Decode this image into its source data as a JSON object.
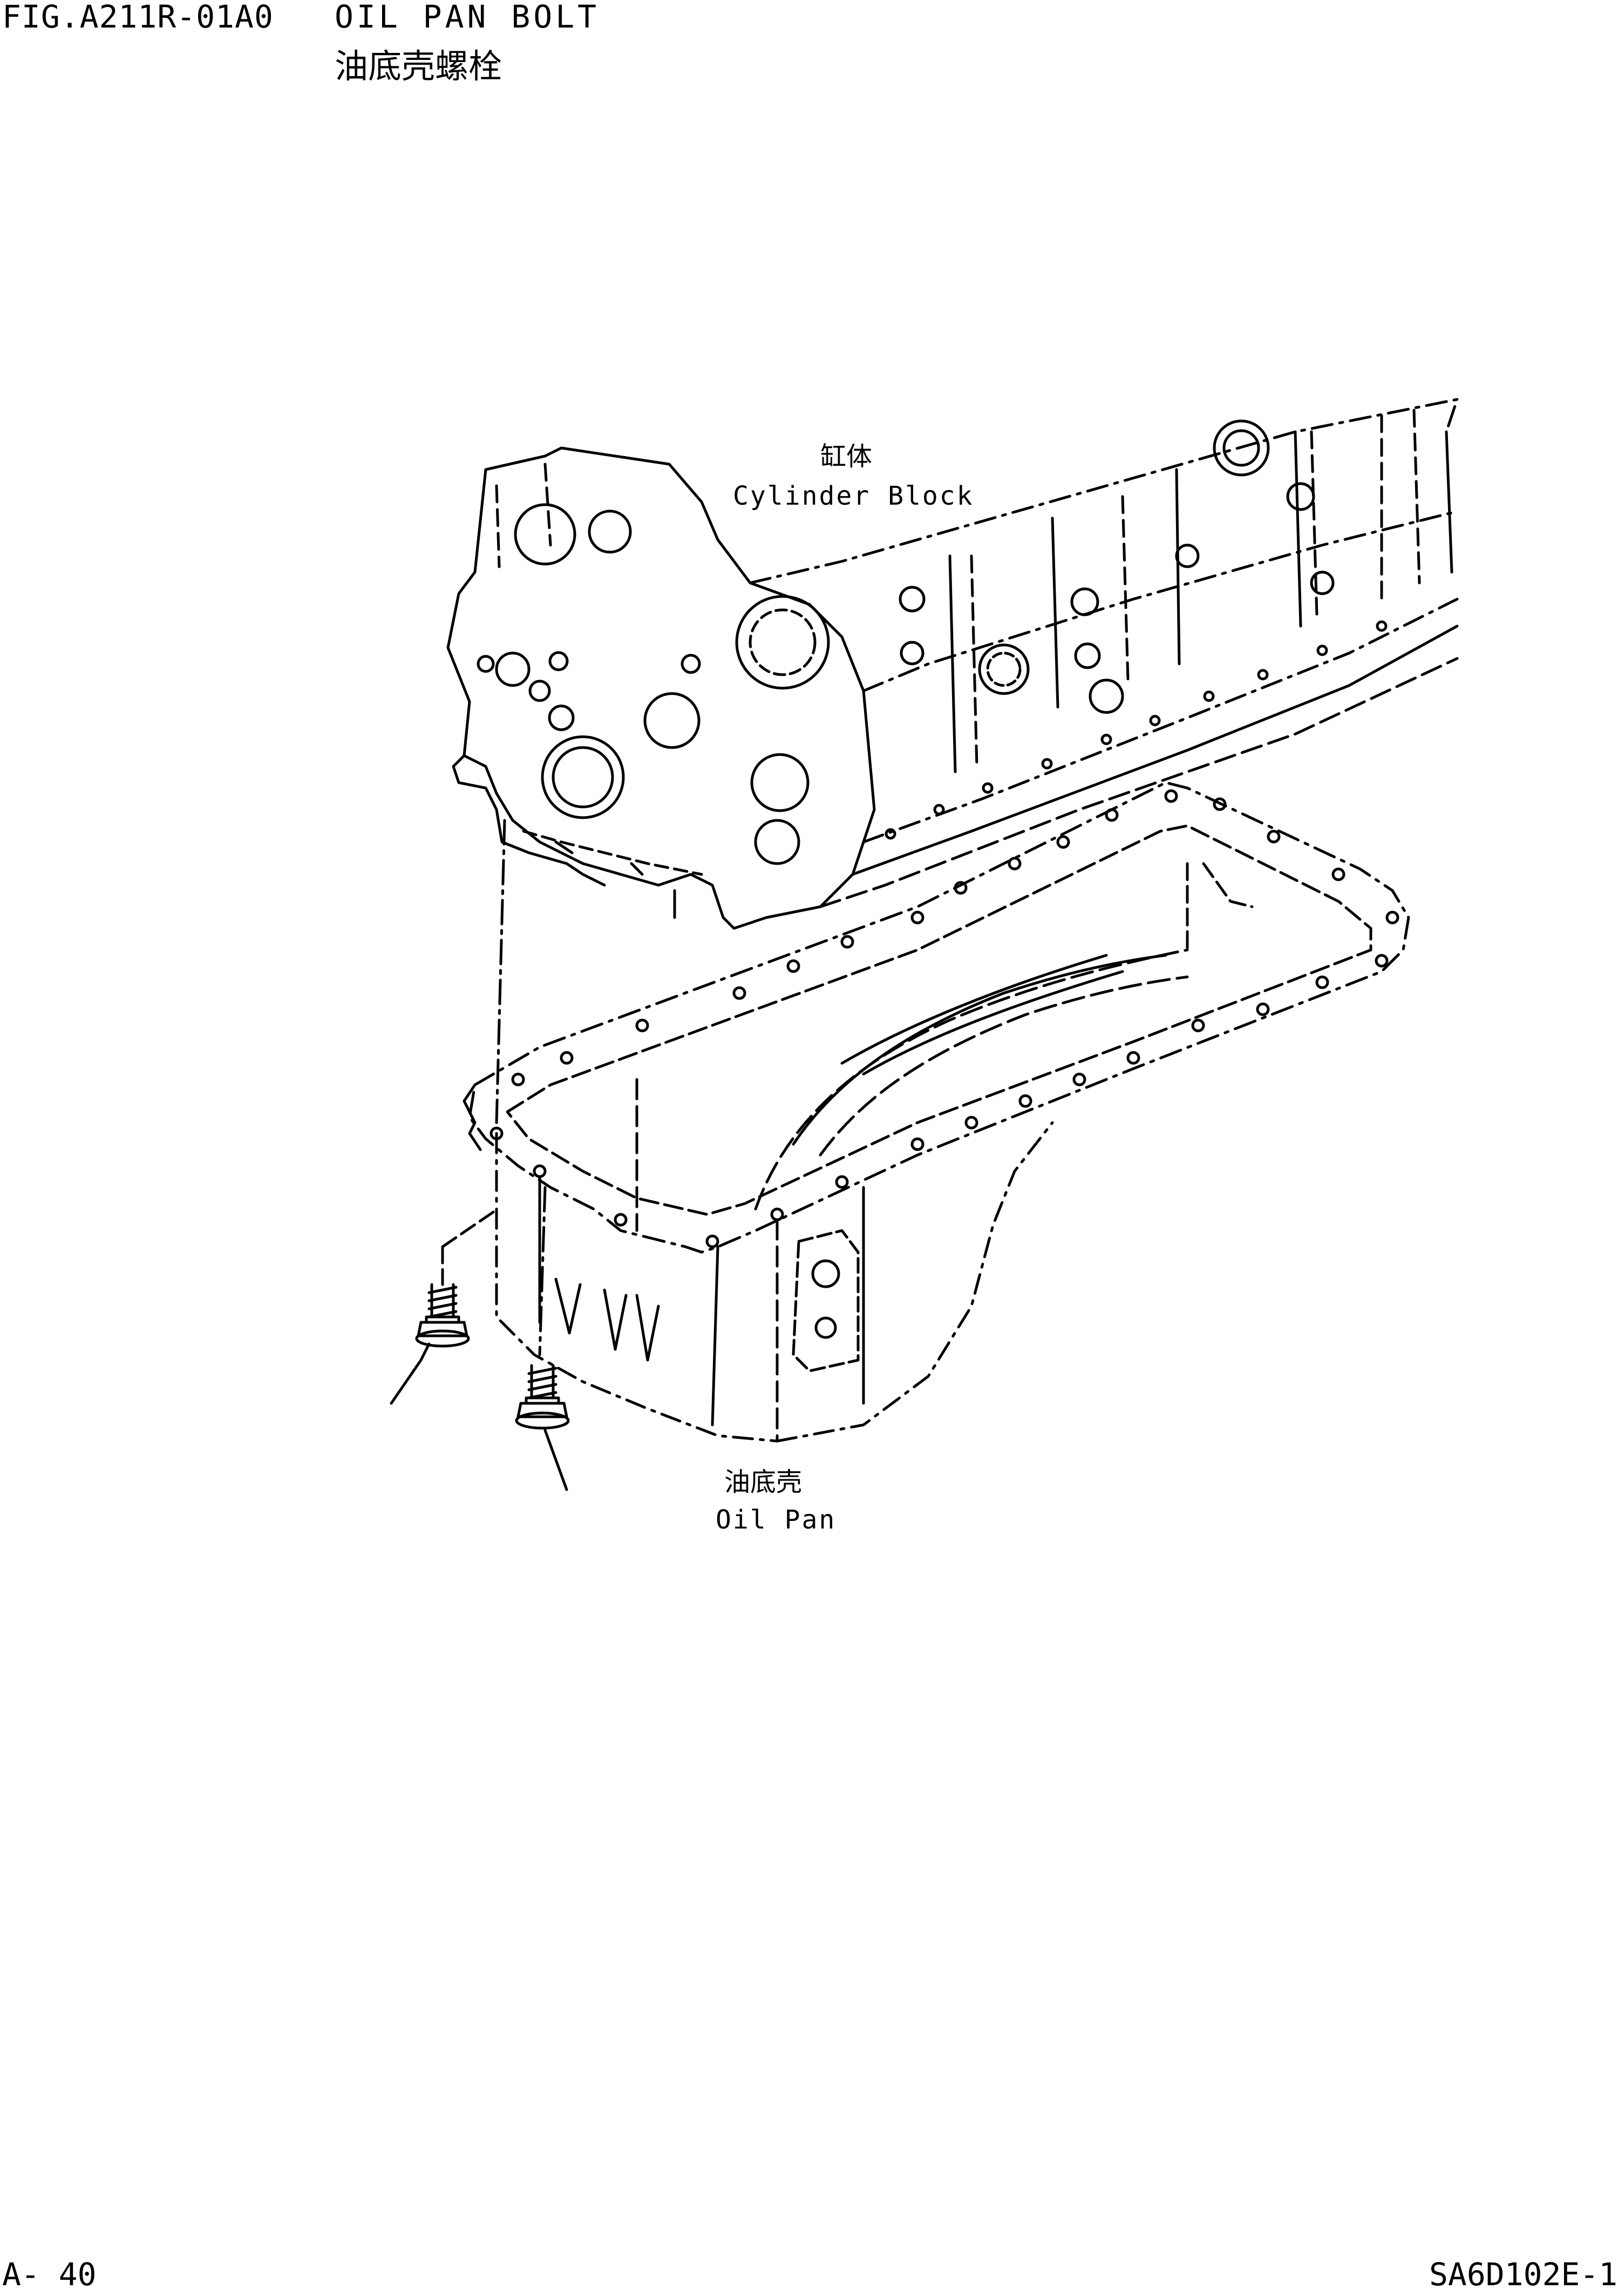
{
  "header": {
    "figure_code": "FIG.A211R-01A0",
    "title_en": "OIL PAN BOLT",
    "title_cn": "油底壳螺栓"
  },
  "labels": {
    "cylinder_block_cn": "缸体",
    "cylinder_block_en": "Cylinder Block",
    "oil_pan_cn": "油底壳",
    "oil_pan_en": "Oil Pan"
  },
  "footer": {
    "page": "A- 40",
    "document_code": "SA6D102E-1"
  },
  "colors": {
    "ink": "#000000",
    "paper": "#ffffff"
  }
}
